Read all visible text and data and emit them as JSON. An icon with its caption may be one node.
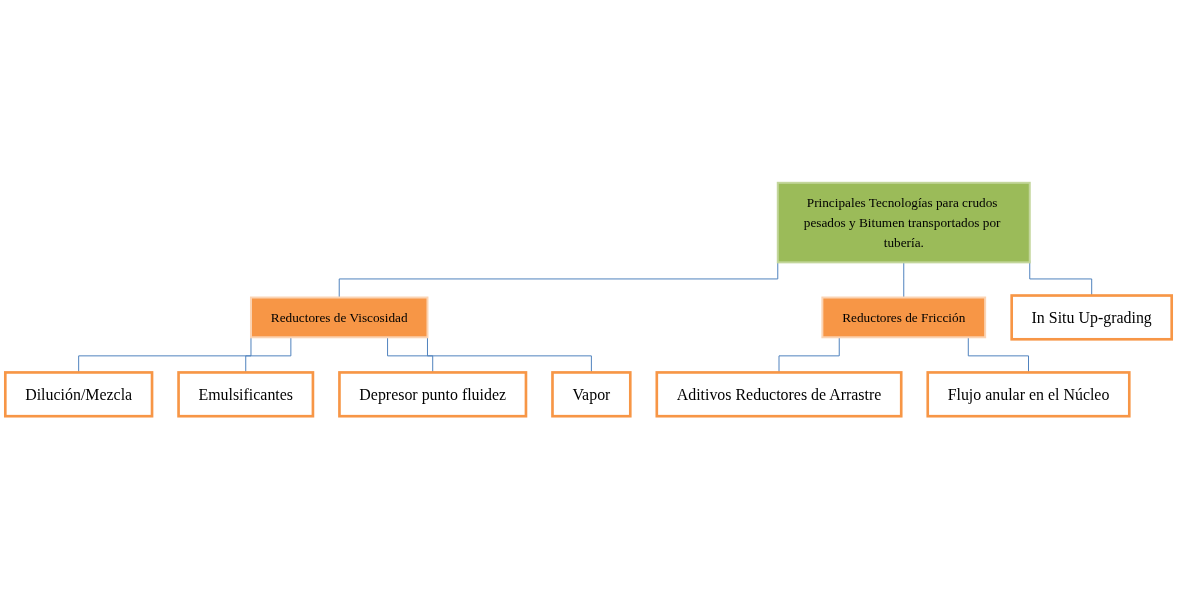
{
  "diagram": {
    "nodes": [
      {
        "text": [
          "Principales Tecnologías para crudos pesados y Bitumen transportados por tubería."
        ]
      },
      {
        "text": [
          "Reductores de Viscosidad"
        ]
      },
      {
        "text": [
          "Reductores de Fricción"
        ]
      },
      {
        "text": [
          "In Situ Up-grading"
        ]
      },
      {
        "text": [
          "Dilución/Mezcla"
        ]
      },
      {
        "text": [
          "Emulsificantes"
        ]
      },
      {
        "text": [
          "Depresor punto fluidez"
        ]
      },
      {
        "text": [
          "Vapor"
        ]
      },
      {
        "text": [
          "Aditivos Reductores de Arrastre"
        ]
      },
      {
        "text": [
          "Flujo anular en el Núcleo"
        ]
      }
    ],
    "edges": [
      {
        "from": 0,
        "to": 1,
        "arrow": "none"
      },
      {
        "from": 0,
        "to": 2,
        "arrow": "none"
      },
      {
        "from": 0,
        "to": 3,
        "arrow": "none"
      },
      {
        "from": 1,
        "to": 4,
        "arrow": "none"
      },
      {
        "from": 1,
        "to": 5,
        "arrow": "none"
      },
      {
        "from": 1,
        "to": 6,
        "arrow": "none"
      },
      {
        "from": 1,
        "to": 7,
        "arrow": "none"
      },
      {
        "from": 2,
        "to": 8,
        "arrow": "none"
      },
      {
        "from": 2,
        "to": 9,
        "arrow": "none"
      }
    ]
  }
}
